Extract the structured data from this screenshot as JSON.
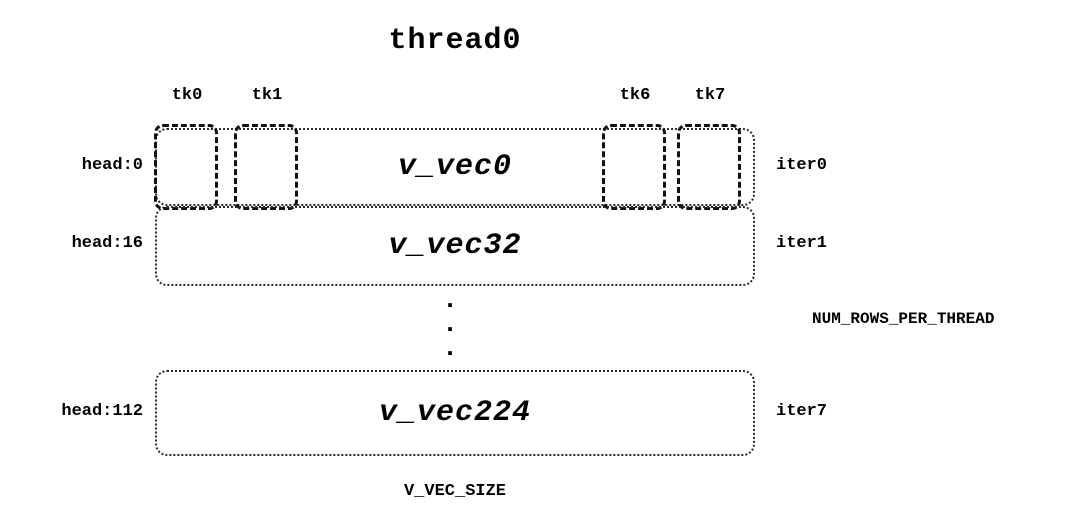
{
  "title": "thread0",
  "tk_labels": {
    "tk0": "tk0",
    "tk1": "tk1",
    "tk6": "tk6",
    "tk7": "tk7"
  },
  "rows": [
    {
      "head": "head:0",
      "vec": "v_vec0",
      "iter": "iter0"
    },
    {
      "head": "head:16",
      "vec": "v_vec32",
      "iter": "iter1"
    },
    {
      "head": "head:112",
      "vec": "v_vec224",
      "iter": "iter7"
    }
  ],
  "annotations": {
    "ellipsis": ".\n.\n.",
    "num_rows_per_thread": "NUM_ROWS_PER_THREAD",
    "v_vec_size": "V_VEC_SIZE"
  },
  "colors": {
    "ink": "#000000",
    "background": "#ffffff"
  }
}
